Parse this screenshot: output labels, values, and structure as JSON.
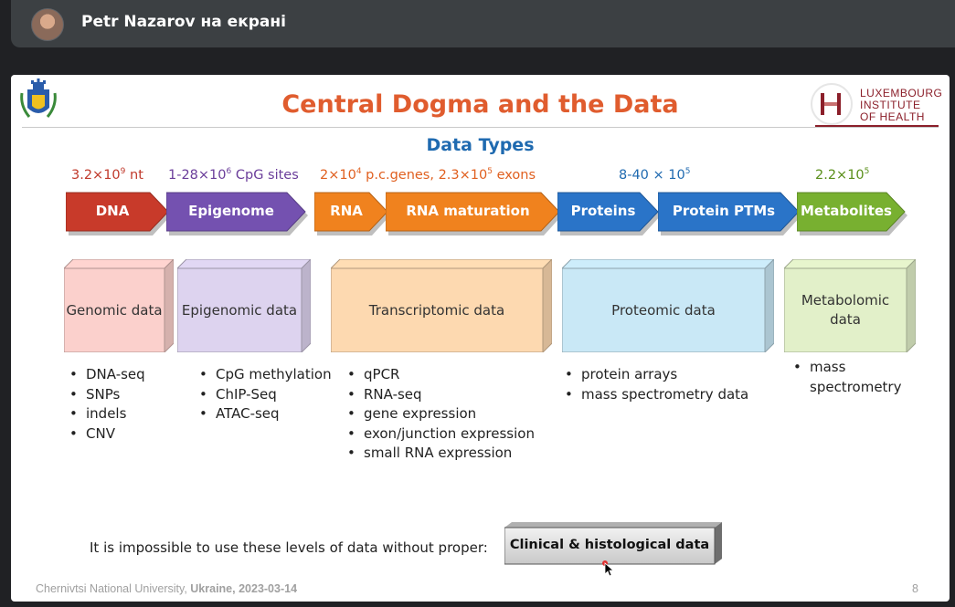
{
  "meeting": {
    "presenter_label": "Petr Nazarov на екрані"
  },
  "slide": {
    "title": "Central Dogma and the Data",
    "subtitle": "Data Types",
    "logo_text": [
      "LUXEMBOURG",
      "INSTITUTE",
      "OF HEALTH"
    ],
    "counts": [
      {
        "pre": "3.2×10",
        "sup": "9",
        "post": " nt",
        "color": "#c0392b"
      },
      {
        "pre": "1-28×10",
        "sup": "6",
        "post": " CpG sites",
        "color": "#6a3d9a"
      },
      {
        "pre": "2×10",
        "sup": "4",
        "post": " p.c.genes, 2.3×10",
        "sup2": "5",
        "post2": " exons",
        "color": "#e06020"
      },
      {
        "pre": "8-40 × 10",
        "sup": "5",
        "post": "",
        "color": "#1f6ab0"
      },
      {
        "pre": "2.2×10",
        "sup": "5",
        "post": "",
        "color": "#5a8f1a"
      }
    ],
    "arrows": [
      {
        "label": "DNA",
        "color": "#c83a2a"
      },
      {
        "label": "Epigenome",
        "color": "#7451b0"
      },
      {
        "label": "RNA",
        "color": "#f0821e"
      },
      {
        "label": "RNA maturation",
        "color": "#f0821e"
      },
      {
        "label": "Proteins",
        "color": "#2a74c8"
      },
      {
        "label": "Protein PTMs",
        "color": "#2a74c8"
      },
      {
        "label": "Metabolites",
        "color": "#78b030"
      }
    ],
    "boxes": [
      {
        "label": "Genomic data",
        "fill": "#fbd0cc",
        "items": [
          "DNA-seq",
          "SNPs",
          "indels",
          "CNV"
        ]
      },
      {
        "label": "Epigenomic data",
        "fill": "#ddd3ef",
        "items": [
          "CpG methylation",
          "ChIP-Seq",
          "ATAC-seq"
        ]
      },
      {
        "label": "Transcriptomic data",
        "fill": "#fdd9b0",
        "items": [
          "qPCR",
          "RNA-seq",
          "gene expression",
          "exon/junction expression",
          "small RNA expression"
        ]
      },
      {
        "label": "Proteomic data",
        "fill": "#c9e8f6",
        "items": [
          "protein arrays",
          "mass spectrometry data"
        ]
      },
      {
        "label": "Metabolomic data",
        "fill": "#e2f0c9",
        "items": [
          "mass spectrometry"
        ]
      }
    ],
    "note": "It is impossible to use these levels of data without proper:",
    "clinical_label": "Clinical & histological data",
    "footer_pre": "Chernivtsi National University, ",
    "footer_bold": "Ukraine, 2023-03-14",
    "page_number": "8"
  }
}
